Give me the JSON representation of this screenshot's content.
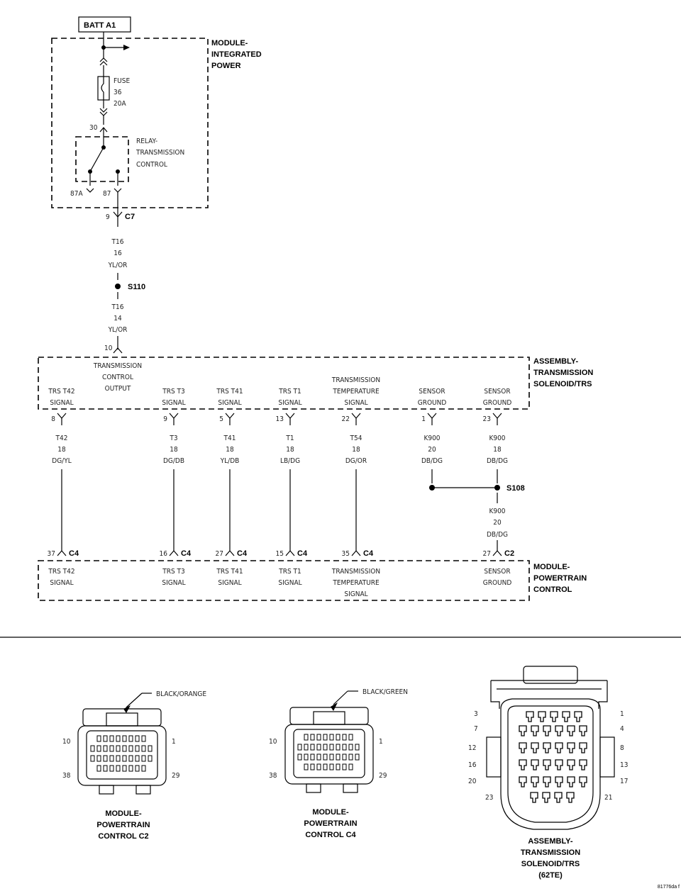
{
  "batt": "BATT A1",
  "mip": {
    "title": [
      "MODULE-",
      "INTEGRATED",
      "POWER"
    ],
    "fuse": [
      "FUSE",
      "36",
      "20A"
    ],
    "relay": [
      "RELAY-",
      "TRANSMISSION",
      "CONTROL"
    ],
    "pin30": "30",
    "pin87a": "87A",
    "pin87": "87"
  },
  "c7": {
    "pin": "9",
    "conn": "C7"
  },
  "wire_upper": [
    "T16",
    "16",
    "YL/OR"
  ],
  "splice110": "S110",
  "wire_lower": [
    "T16",
    "14",
    "YL/OR"
  ],
  "trs_pin10": "10",
  "trs": {
    "title": [
      "ASSEMBLY-",
      "TRANSMISSION",
      "SOLENOID/TRS"
    ],
    "output_label": [
      "TRANSMISSION",
      "CONTROL",
      "OUTPUT"
    ]
  },
  "circuits": [
    {
      "name": [
        "TRS T42",
        "SIGNAL"
      ],
      "trs_pin": "8",
      "wire": [
        "T42",
        "18",
        "DG/YL"
      ],
      "pcm_pin": "37",
      "pcm_conn": "C4",
      "pcm_name": [
        "TRS T42",
        "SIGNAL"
      ]
    },
    {
      "name": [
        "TRS T3",
        "SIGNAL"
      ],
      "trs_pin": "9",
      "wire": [
        "T3",
        "18",
        "DG/DB"
      ],
      "pcm_pin": "16",
      "pcm_conn": "C4",
      "pcm_name": [
        "TRS T3",
        "SIGNAL"
      ]
    },
    {
      "name": [
        "TRS T41",
        "SIGNAL"
      ],
      "trs_pin": "5",
      "wire": [
        "T41",
        "18",
        "YL/DB"
      ],
      "pcm_pin": "27",
      "pcm_conn": "C4",
      "pcm_name": [
        "TRS T41",
        "SIGNAL"
      ]
    },
    {
      "name": [
        "TRS T1",
        "SIGNAL"
      ],
      "trs_pin": "13",
      "wire": [
        "T1",
        "18",
        "LB/DG"
      ],
      "pcm_pin": "15",
      "pcm_conn": "C4",
      "pcm_name": [
        "TRS T1",
        "SIGNAL"
      ]
    },
    {
      "name": [
        "TRANSMISSION",
        "TEMPERATURE",
        "SIGNAL"
      ],
      "trs_pin": "22",
      "wire": [
        "T54",
        "18",
        "DG/OR"
      ],
      "pcm_pin": "35",
      "pcm_conn": "C4",
      "pcm_name": [
        "TRANSMISSION",
        "TEMPERATURE",
        "SIGNAL"
      ]
    },
    {
      "name": [
        "SENSOR",
        "GROUND"
      ],
      "trs_pin": "1",
      "wire": [
        "K900",
        "20",
        "DB/DG"
      ]
    },
    {
      "name": [
        "SENSOR",
        "GROUND"
      ],
      "trs_pin": "23",
      "wire": [
        "K900",
        "18",
        "DB/DG"
      ],
      "pcm_pin": "27",
      "pcm_conn": "C2",
      "pcm_name": [
        "SENSOR",
        "GROUND"
      ]
    }
  ],
  "splice108": "S108",
  "ground_wire": [
    "K900",
    "20",
    "DB/DG"
  ],
  "pcm_title": [
    "MODULE-",
    "POWERTRAIN",
    "CONTROL"
  ],
  "connectors": [
    {
      "color": "BLACK/ORANGE",
      "pins": [
        "10",
        "1",
        "38",
        "29"
      ],
      "caption": [
        "MODULE-",
        "POWERTRAIN",
        "CONTROL C2"
      ]
    },
    {
      "color": "BLACK/GREEN",
      "pins": [
        "10",
        "1",
        "38",
        "29"
      ],
      "caption": [
        "MODULE-",
        "POWERTRAIN",
        "CONTROL C4"
      ]
    },
    {
      "pins_left": [
        "3",
        "7",
        "12",
        "16",
        "20",
        "23"
      ],
      "pins_right": [
        "1",
        "4",
        "8",
        "13",
        "17",
        "21"
      ],
      "caption": [
        "ASSEMBLY-",
        "TRANSMISSION",
        "SOLENOID/TRS",
        "(62TE)"
      ]
    }
  ],
  "figure_id": "81776da f"
}
